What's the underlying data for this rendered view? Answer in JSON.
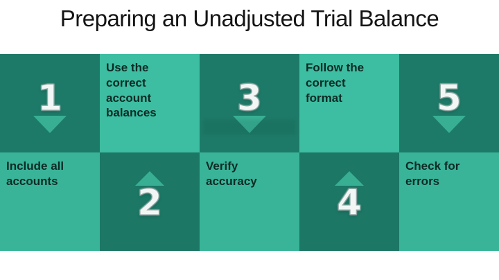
{
  "title": "Preparing an Unadjusted Trial Balance",
  "colors": {
    "background": "#FFFFFF",
    "title_text": "#141414",
    "dark_cell": "#1E7A68",
    "light_cell_top_row": "#3DBDA1",
    "light_cell_bottom_row": "#39B499",
    "arrow": "#38AF93",
    "number_fill": "#F2F7F6",
    "number_outline": "#93A7A3",
    "label_text": "#0D2B25"
  },
  "cells": [
    {
      "kind": "step",
      "number": "1",
      "arrow": "down"
    },
    {
      "kind": "label",
      "text": "Use the correct account balances"
    },
    {
      "kind": "step",
      "number": "3",
      "arrow": "down"
    },
    {
      "kind": "label",
      "text": "Follow the correct format"
    },
    {
      "kind": "step",
      "number": "5",
      "arrow": "down"
    },
    {
      "kind": "label",
      "text": "Include all accounts"
    },
    {
      "kind": "step",
      "number": "2",
      "arrow": "up"
    },
    {
      "kind": "label",
      "text": "Verify accuracy"
    },
    {
      "kind": "step",
      "number": "4",
      "arrow": "up"
    },
    {
      "kind": "label",
      "text": "Check for errors"
    }
  ]
}
